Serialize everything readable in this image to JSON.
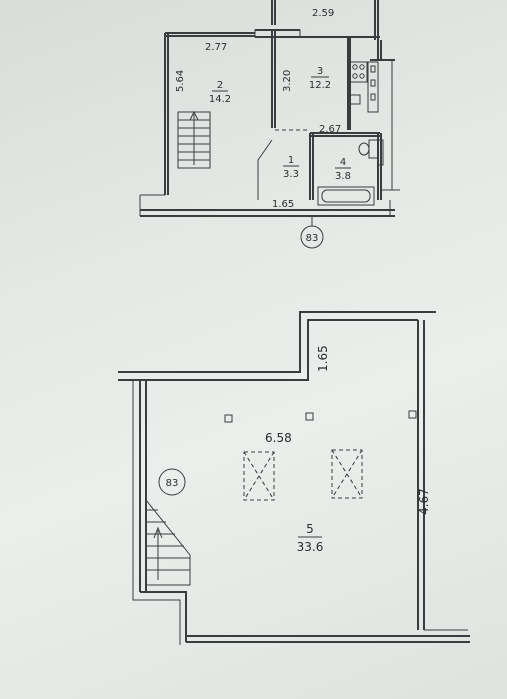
{
  "upper_plan": {
    "dim_top_right": "2.59",
    "dim_room2_width": "2.77",
    "dim_room2_height": "5.64",
    "dim_room3_height": "3.20",
    "dim_room4_width": "2.67",
    "dim_bottom": "1.65",
    "rooms": [
      {
        "number": "2",
        "area": "14.2"
      },
      {
        "number": "3",
        "area": "12.2"
      },
      {
        "number": "1",
        "area": "3.3"
      },
      {
        "number": "4",
        "area": "3.8"
      }
    ],
    "marker": "83"
  },
  "lower_plan": {
    "dim_top": "1.65",
    "dim_width": "6.58",
    "dim_height": "4.67",
    "room": {
      "number": "5",
      "area": "33.6"
    },
    "marker": "83"
  }
}
